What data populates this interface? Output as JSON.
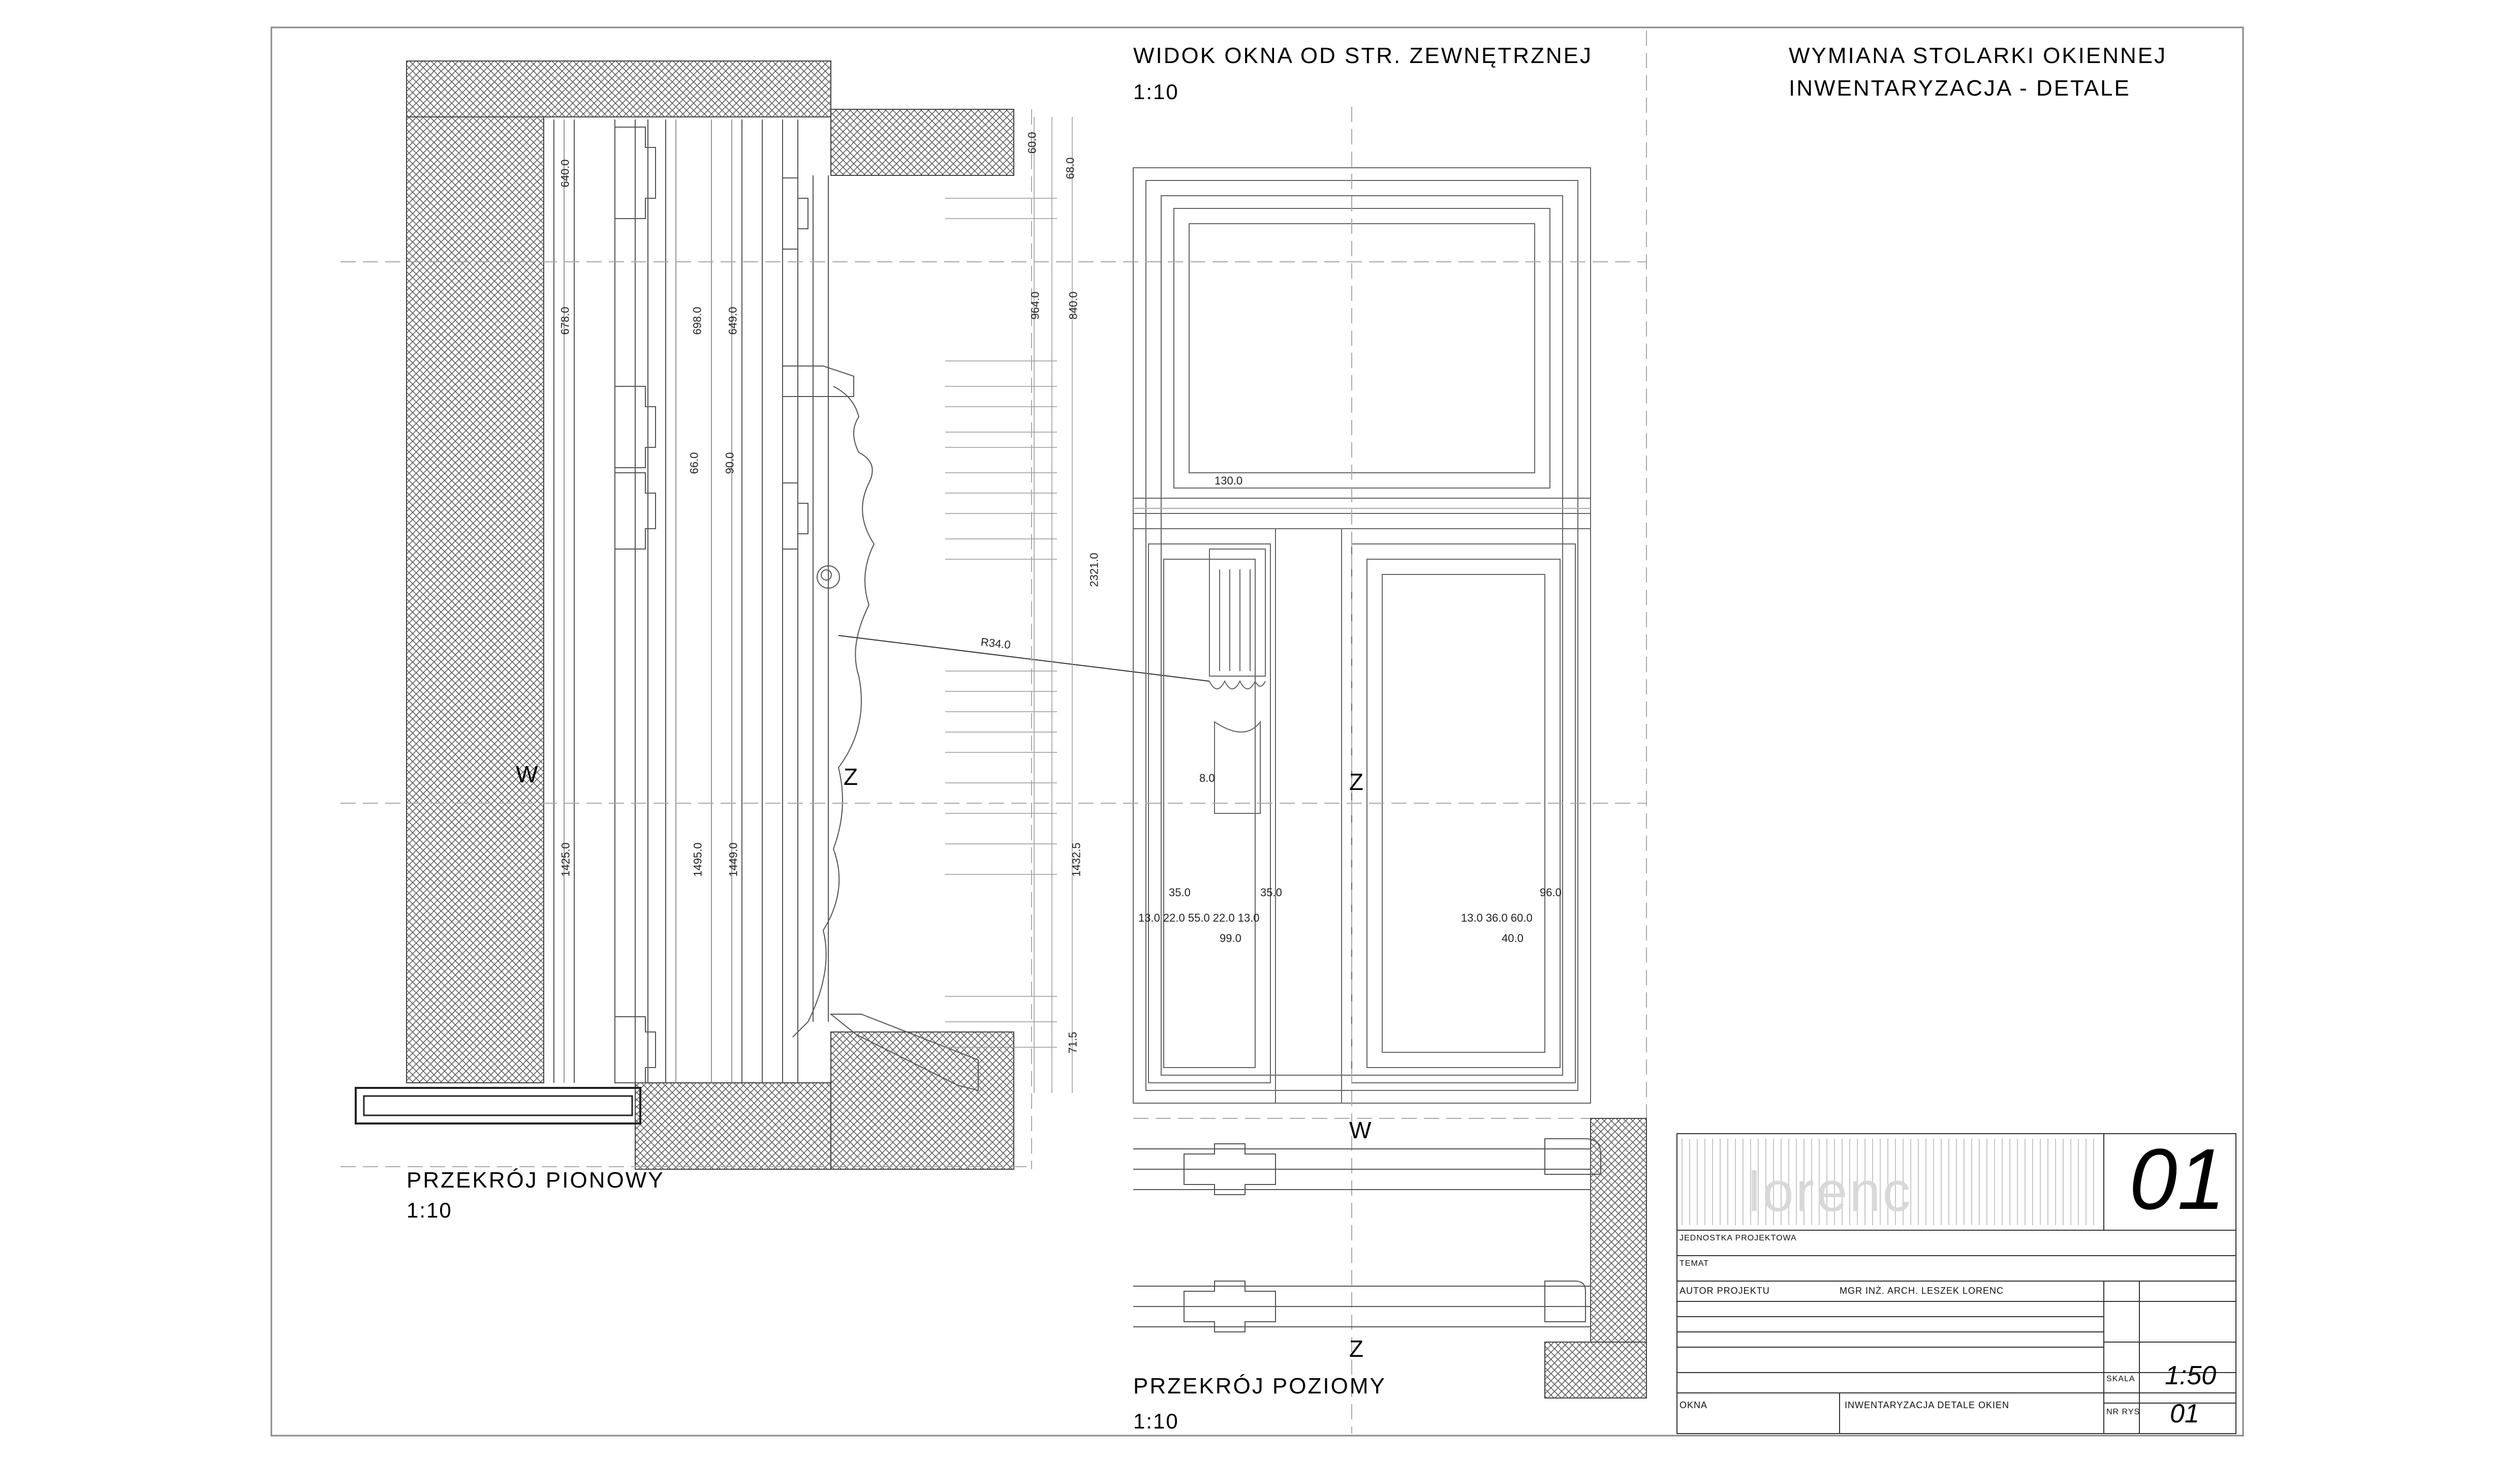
{
  "project": {
    "title_line1": "WYMIANA STOLARKI OKIENNEJ",
    "title_line2": "INWENTARYZACJA - DETALE"
  },
  "views": {
    "elevation": {
      "title": "WIDOK OKNA OD STR. ZEWNĘTRZNEJ",
      "scale": "1:10"
    },
    "vertical_section": {
      "title": "PRZEKRÓJ PIONOWY",
      "scale": "1:10"
    },
    "horizontal_section": {
      "title": "PRZEKRÓJ POZIOMY",
      "scale": "1:10"
    }
  },
  "axis_labels": {
    "w": "W",
    "z": "Z"
  },
  "dimensions": {
    "d130": "130.0",
    "d96": "96.0",
    "d40": "40.0",
    "d35a": "35.0",
    "d35b": "35.0",
    "d80": "8.0",
    "chain_left": "13.0  22.0  55.0  22.0  13.0",
    "d99": "99.0",
    "chain_right": "13.0   36.0   60.0",
    "r34": "R34.0",
    "d640": "640.0",
    "d678": "678.0",
    "d698": "698.0",
    "d649": "649.0",
    "d1425": "1425.0",
    "d1495": "1495.0",
    "d1449": "1449.0",
    "d9640": "964.0",
    "d8400": "840.0",
    "d23210": "2321.0",
    "d14325": "1432.5",
    "d715": "71.5",
    "d600": "60.0",
    "d680": "68.0",
    "d660": "66.0",
    "d900": "90.0"
  },
  "title_block": {
    "logo": "lorenc",
    "sheet_number": "01",
    "unit_label": "JEDNOSTKA PROJEKTOWA",
    "subject_label": "TEMAT",
    "author_label": "AUTOR PROJEKTU",
    "author_name": "MGR INŻ. ARCH. LESZEK LORENC",
    "drawing_label": "OKNA",
    "drawing_name": "INWENTARYZACJA DETALE OKIEN",
    "scale_label": "SKALA",
    "scale_value": "1:50",
    "sheet_label": "NR RYS",
    "sheet_value": "01"
  }
}
